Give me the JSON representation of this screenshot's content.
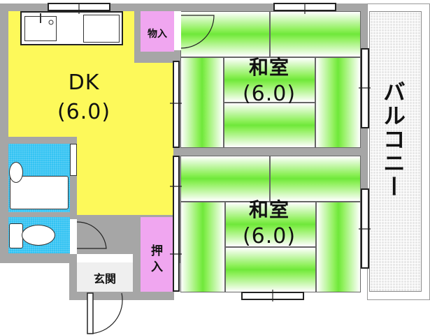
{
  "floorplan": {
    "rooms": {
      "dk": {
        "name": "DK",
        "size": "(6.0)",
        "color": "#fdf95a"
      },
      "washitsu_north": {
        "name": "和室",
        "size": "(6.0)",
        "color": "#7ded45"
      },
      "washitsu_south": {
        "name": "和室",
        "size": "(6.0)",
        "color": "#7ded45"
      },
      "storage_small": {
        "name": "物入",
        "color": "#f0a6f0"
      },
      "closet": {
        "name": "押入",
        "char1": "押",
        "char2": "入",
        "color": "#f0a6f0"
      },
      "entrance": {
        "name": "玄関",
        "color": "#efefef"
      },
      "balcony": {
        "name": "バルコニー",
        "color": "#e8e8e8"
      },
      "bathroom": {
        "color": "#33c3f3"
      },
      "toilet": {
        "color": "#33c3f3"
      }
    },
    "wall_color": "#a6a6a6"
  }
}
